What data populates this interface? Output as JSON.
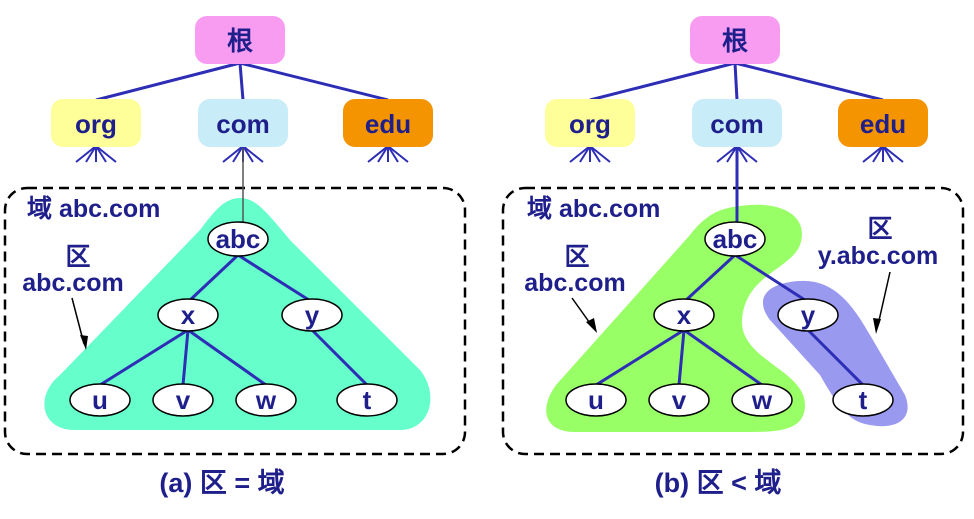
{
  "panel_a": {
    "root": "根",
    "tlds": [
      "org",
      "com",
      "edu"
    ],
    "domain_label": "域 abc.com",
    "zone_label_1": "区",
    "zone_label_2": "abc.com",
    "nodes": {
      "abc": "abc",
      "x": "x",
      "y": "y",
      "u": "u",
      "v": "v",
      "w": "w",
      "t": "t"
    },
    "caption": "(a) 区 = 域"
  },
  "panel_b": {
    "root": "根",
    "tlds": [
      "org",
      "com",
      "edu"
    ],
    "domain_label": "域 abc.com",
    "zone_label_1": "区",
    "zone_label_2": "abc.com",
    "zone2_label_1": "区",
    "zone2_label_2": "y.abc.com",
    "nodes": {
      "abc": "abc",
      "x": "x",
      "y": "y",
      "u": "u",
      "v": "v",
      "w": "w",
      "t": "t"
    },
    "caption": "(b) 区 < 域"
  },
  "colors": {
    "root_fill": "#f79cf0",
    "org_fill": "#ffff99",
    "com_fill": "#c8ecf8",
    "edu_fill": "#f39400",
    "zone_a_fill": "#66ffcc",
    "zone_b_fill": "#99ff66",
    "zone_y_fill": "#9999f0",
    "line": "#2d2db5",
    "text": "#1f1f8c"
  }
}
